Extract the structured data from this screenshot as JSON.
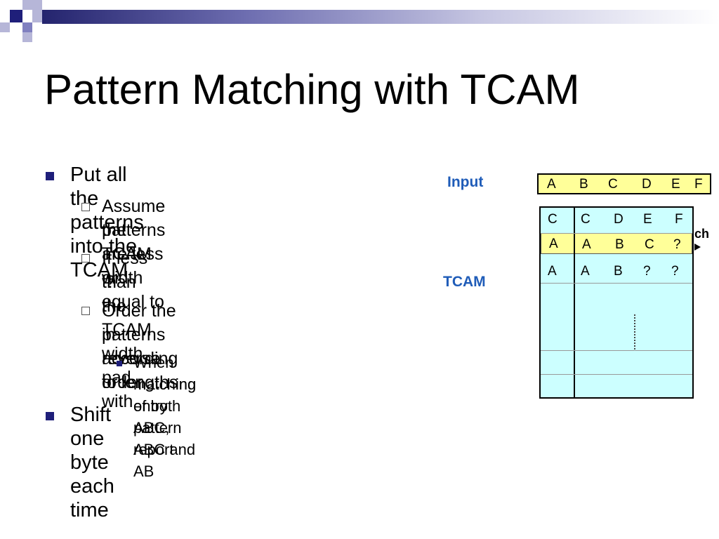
{
  "slide": {
    "title": "Pattern Matching with TCAM"
  },
  "bullets": {
    "l1_a": "Put all the patterns into the TCAM",
    "l2_a_1": "Assume patterns are less or equal to",
    "l2_a_2": "the TCAM width",
    "l2_b_1": "If less than the TCAM width, pad with",
    "l2_b_2": "‘?’",
    "l2_c_1": "Order the patterns according to lengths",
    "l2_c_2": "in reverse order",
    "l3_a_1": "When matching entry ABC, report",
    "l3_a_2": "matching of both pattern ABC and AB",
    "l1_b": "Shift one byte each time"
  },
  "diagram": {
    "input_label": "Input",
    "tcam_label": "TCAM",
    "match_label_fragment": "ch",
    "input_cells": [
      "A",
      "B",
      "C",
      "D",
      "E",
      "F"
    ],
    "rows": [
      [
        "C",
        "C",
        "D",
        "E",
        "F"
      ],
      [
        "A",
        "A",
        "B",
        "C",
        "?"
      ],
      [
        "A",
        "A",
        "B",
        "?",
        "?"
      ]
    ]
  },
  "colors": {
    "bullet": "#1f1f7a",
    "label": "#1f5cb8",
    "input_fill": "#ffff99",
    "tcam_fill": "#ccffff"
  }
}
